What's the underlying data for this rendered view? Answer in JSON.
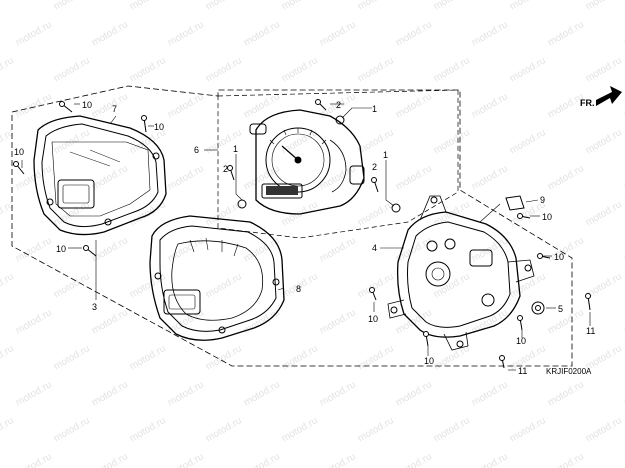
{
  "diagram": {
    "watermark": "motod.ru",
    "figure_code": "KRJIF0200A",
    "direction_label": "FR.",
    "callouts": [
      {
        "id": "c-10-top-left",
        "text": "10"
      },
      {
        "id": "c-7",
        "text": "7"
      },
      {
        "id": "c-10-left",
        "text": "10"
      },
      {
        "id": "c-10-right-bezel",
        "text": "10"
      },
      {
        "id": "c-10-lower-left",
        "text": "10"
      },
      {
        "id": "c-3",
        "text": "3"
      },
      {
        "id": "c-6",
        "text": "6"
      },
      {
        "id": "c-2",
        "text": "2"
      },
      {
        "id": "c-1-top",
        "text": "1"
      },
      {
        "id": "c-1-left",
        "text": "1"
      },
      {
        "id": "c-2-left",
        "text": "2"
      },
      {
        "id": "c-1-right",
        "text": "1"
      },
      {
        "id": "c-2-right",
        "text": "2"
      },
      {
        "id": "c-8",
        "text": "8"
      },
      {
        "id": "c-4",
        "text": "4"
      },
      {
        "id": "c-9",
        "text": "9"
      },
      {
        "id": "c-10-r1",
        "text": "10"
      },
      {
        "id": "c-10-r2",
        "text": "10"
      },
      {
        "id": "c-5",
        "text": "5"
      },
      {
        "id": "c-11-right",
        "text": "11"
      },
      {
        "id": "c-10-bl",
        "text": "10"
      },
      {
        "id": "c-10-bm",
        "text": "10"
      },
      {
        "id": "c-10-bc",
        "text": "10"
      },
      {
        "id": "c-11-bottom",
        "text": "11"
      }
    ]
  }
}
